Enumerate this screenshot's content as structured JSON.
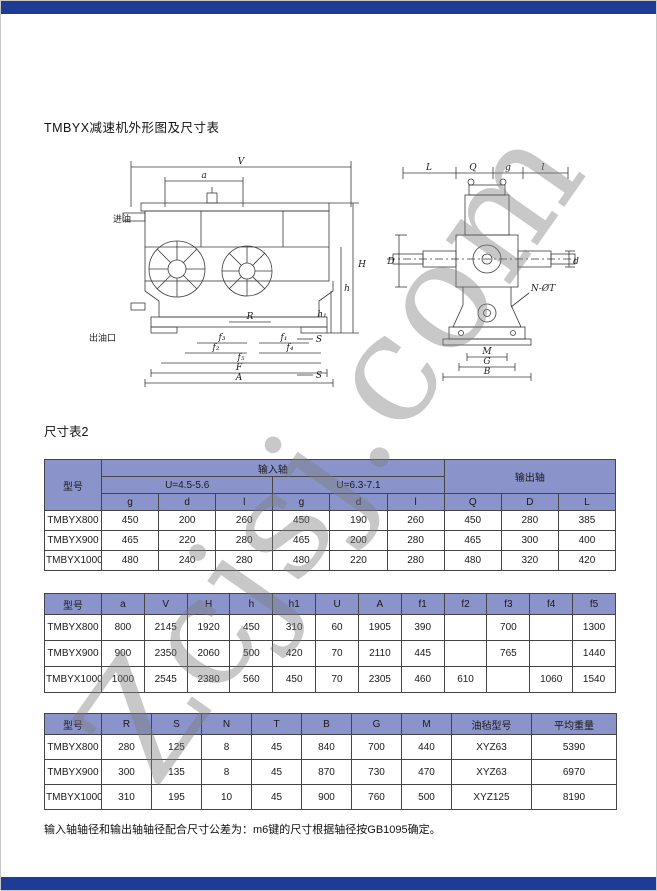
{
  "page": {
    "title": "TMBYX减速机外形图及尺寸表",
    "table_section_caption": "尺寸表2",
    "footer_note": "输入轴轴径和输出轴轴径配合尺寸公差为：m6键的尺寸根据轴径按GB1095确定。",
    "watermark": "Zcjsj.com"
  },
  "colors": {
    "border_bar_blue": "#1e3c96",
    "table_header_bg": "#8a94ca",
    "watermark_gray": "#7d7d7d"
  },
  "drawing_left": {
    "labels": {
      "V": "V",
      "a": "a",
      "oil_in": "进油",
      "oil_out": "出油口",
      "H": "H",
      "h": "h",
      "h1": "h₁",
      "R": "R",
      "f1": "f₁",
      "f2": "f₂",
      "f3": "f₃",
      "f4": "f₄",
      "f5": "f₅",
      "F": "F",
      "A": "A",
      "S_top": "S",
      "S_bottom": "S"
    }
  },
  "drawing_right": {
    "labels": {
      "L": "L",
      "Q": "Q",
      "g": "g",
      "l": "l",
      "D": "D",
      "d": "d",
      "N_OT": "N-ØT",
      "M": "M",
      "G": "G",
      "B": "B"
    }
  },
  "table1": {
    "header": {
      "model": "型号",
      "input_shaft": "输入轴",
      "output_shaft": "输出轴",
      "u_range1": "U=4.5-5.6",
      "u_range2": "U=6.3-7.1",
      "sub_cols": [
        "g",
        "d",
        "l",
        "g",
        "d",
        "l"
      ],
      "out_cols": [
        "Q",
        "D",
        "L"
      ]
    },
    "rows": [
      {
        "model": "TMBYX800",
        "values": [
          "450",
          "200",
          "260",
          "450",
          "190",
          "260",
          "450",
          "280",
          "385"
        ]
      },
      {
        "model": "TMBYX900",
        "values": [
          "465",
          "220",
          "280",
          "465",
          "200",
          "280",
          "465",
          "300",
          "400"
        ]
      },
      {
        "model": "TMBYX1000",
        "values": [
          "480",
          "240",
          "280",
          "480",
          "220",
          "280",
          "480",
          "320",
          "420"
        ]
      }
    ]
  },
  "table2": {
    "header": [
      "型号",
      "a",
      "V",
      "H",
      "h",
      "h1",
      "U",
      "A",
      "f1",
      "f2",
      "f3",
      "f4",
      "f5"
    ],
    "rows": [
      {
        "model": "TMBYX800",
        "values": [
          "800",
          "2145",
          "1920",
          "450",
          "310",
          "60",
          "1905",
          "390",
          "",
          "700",
          "",
          "1300"
        ]
      },
      {
        "model": "TMBYX900",
        "values": [
          "900",
          "2350",
          "2060",
          "500",
          "420",
          "70",
          "2110",
          "445",
          "",
          "765",
          "",
          "1440"
        ]
      },
      {
        "model": "TMBYX1000",
        "values": [
          "1000",
          "2545",
          "2380",
          "560",
          "450",
          "70",
          "2305",
          "460",
          "610",
          "",
          "1060",
          "1540"
        ]
      }
    ]
  },
  "table3": {
    "header": [
      "型号",
      "R",
      "S",
      "N",
      "T",
      "B",
      "G",
      "M",
      "油毡型号",
      "平均重量"
    ],
    "rows": [
      {
        "model": "TMBYX800",
        "values": [
          "280",
          "125",
          "8",
          "45",
          "840",
          "700",
          "440",
          "XYZ63",
          "5390"
        ]
      },
      {
        "model": "TMBYX900",
        "values": [
          "300",
          "135",
          "8",
          "45",
          "870",
          "730",
          "470",
          "XYZ63",
          "6970"
        ]
      },
      {
        "model": "TMBYX1000",
        "values": [
          "310",
          "195",
          "10",
          "45",
          "900",
          "760",
          "500",
          "XYZ125",
          "8190"
        ]
      }
    ]
  }
}
